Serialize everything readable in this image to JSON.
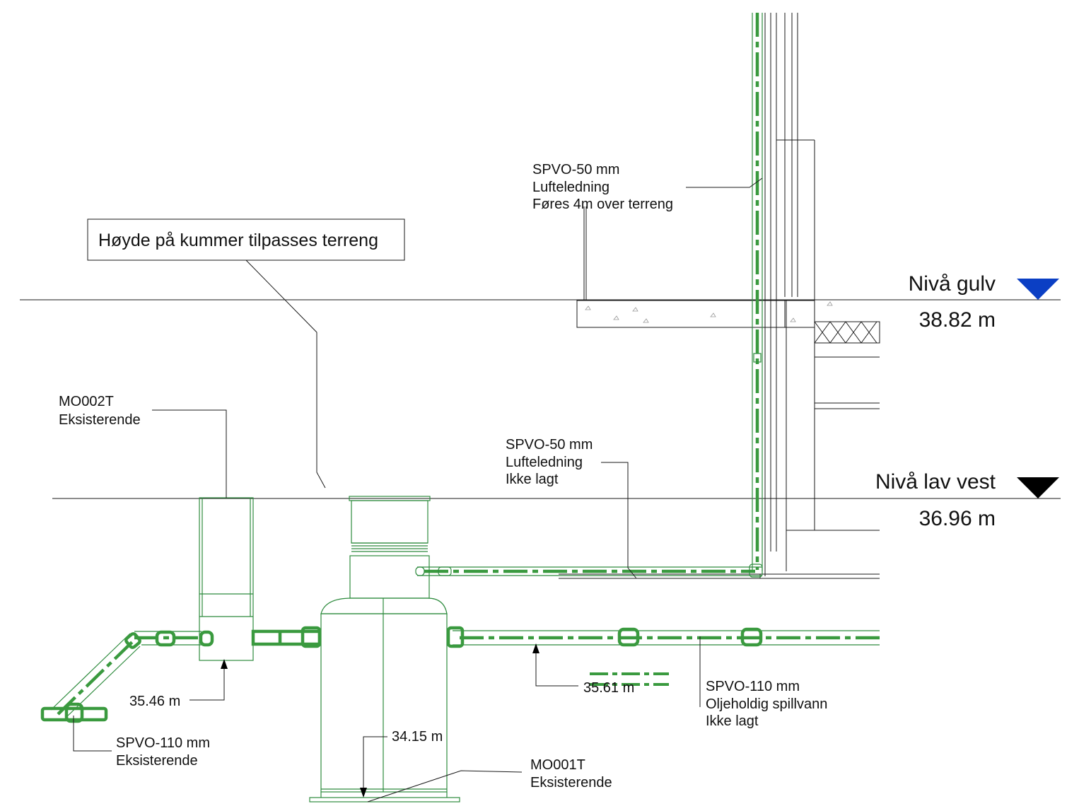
{
  "note_box": "Høyde på kummer tilpasses terreng",
  "level_floor": {
    "name": "Nivå gulv",
    "elevation": "38.82 m",
    "marker_color": "#0b3fc4"
  },
  "level_low_west": {
    "name": "Nivå lav vest",
    "elevation": "36.96 m",
    "marker_color": "#000000"
  },
  "vent_pipe_upper": {
    "line1": "SPVO-50 mm",
    "line2": "Lufteledning",
    "line3": "Føres 4m over terreng"
  },
  "vent_pipe_lower": {
    "line1": "SPVO-50 mm",
    "line2": "Lufteledning",
    "line3": "Ikke lagt"
  },
  "manhole_mo002t": {
    "line1": "MO002T",
    "line2": "Eksisterende"
  },
  "manhole_mo001t": {
    "line1": "MO001T",
    "line2": "Eksisterende"
  },
  "pipe_existing": {
    "line1": "SPVO-110 mm",
    "line2": "Eksisterende"
  },
  "pipe_oily": {
    "line1": "SPVO-110 mm",
    "line2": "Oljeholdig spillvann",
    "line3": "Ikke lagt"
  },
  "elev_3546": "35.46 m",
  "elev_3561": "35.61 m",
  "elev_3415": "34.15 m",
  "pipe_color": "#3a9a3f"
}
